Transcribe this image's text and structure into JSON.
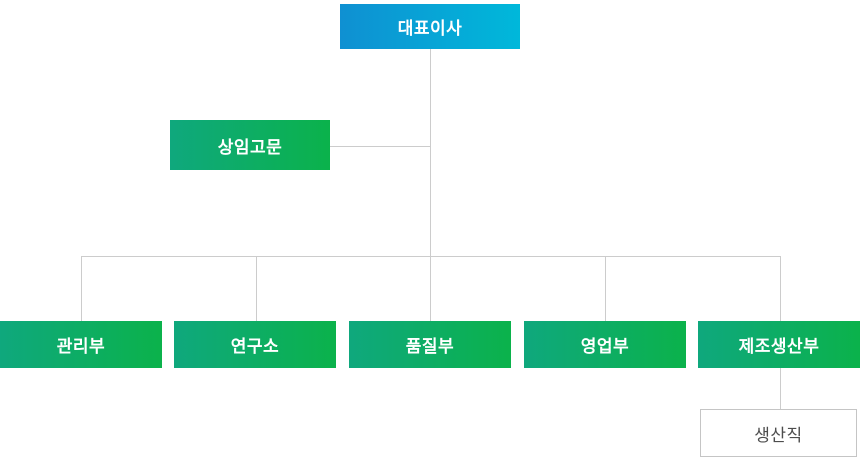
{
  "org_chart": {
    "title": "organization-chart",
    "nodes": {
      "ceo": {
        "label": "대표이사"
      },
      "advisor": {
        "label": "상임고문"
      },
      "departments": [
        {
          "label": "관리부"
        },
        {
          "label": "연구소"
        },
        {
          "label": "품질부"
        },
        {
          "label": "영업부"
        },
        {
          "label": "제조생산부"
        }
      ],
      "production": {
        "label": "생산직"
      }
    },
    "colors": {
      "ceo_gradient_start": "#0f90d2",
      "ceo_gradient_end": "#00b8da",
      "dept_gradient_start": "#0fa87d",
      "dept_gradient_end": "#0bb24b",
      "connector_line": "#cccccc",
      "plain_box_border": "#c5c5c5",
      "plain_box_text": "#4d4d4d",
      "box_text": "#ffffff",
      "background": "#ffffff"
    }
  }
}
